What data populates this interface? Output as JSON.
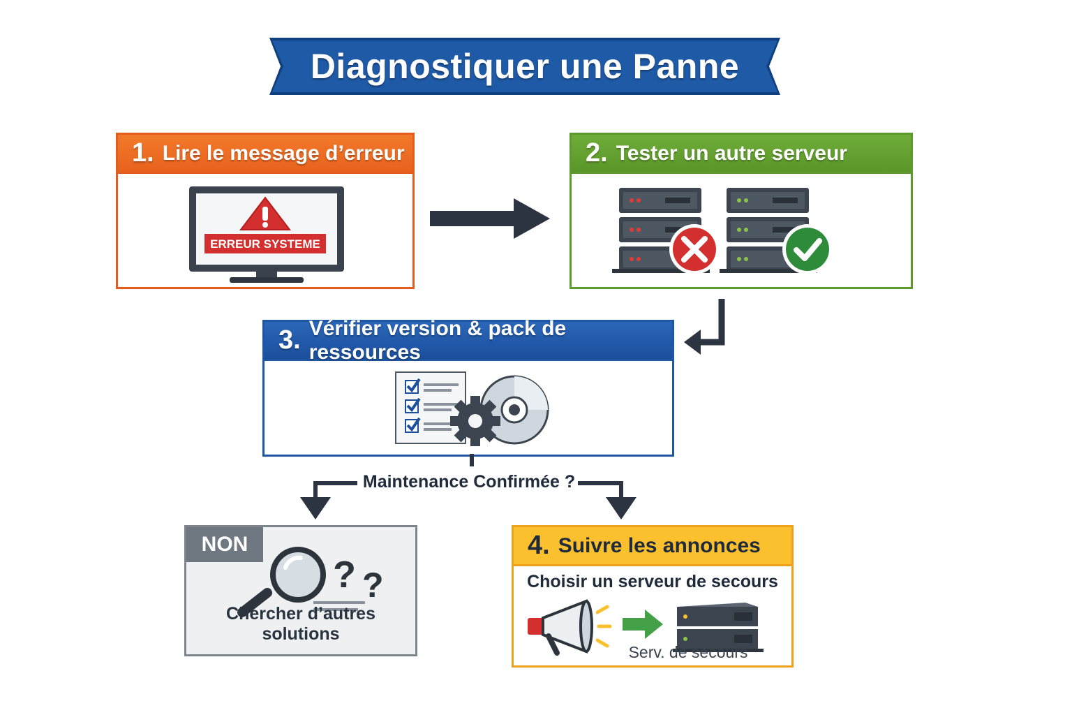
{
  "title": "Diagnostiquer une Panne",
  "colors": {
    "banner": "#1f5aa6",
    "step1": "#e8621d",
    "step2": "#5a9628",
    "step3": "#1b4f9c",
    "step4": "#fbc02d",
    "non": "#6f7780",
    "arrow": "#2b3440",
    "error": "#d32f2f",
    "success": "#2e8b3a"
  },
  "steps": [
    {
      "num": "1.",
      "label": "Lire le message d’erreur",
      "icon": "error-monitor-icon",
      "screen_text": "ERREUR SYSTEME"
    },
    {
      "num": "2.",
      "label": "Tester un autre serveur",
      "icon": "server-racks-icon"
    },
    {
      "num": "3.",
      "label": "Vérifier version & pack de ressources",
      "icon": "checklist-gear-disc-icon"
    },
    {
      "num": "4.",
      "label": "Suivre les annonces",
      "sub": "Choisir un serveur de secours",
      "backup_label": "Serv. de secours",
      "icon": "megaphone-backup-server-icon"
    }
  ],
  "decision": "Maintenance Confirmée ?",
  "no_branch": {
    "tag": "NON",
    "label": "Chercher d’autres solutions",
    "icon": "magnifier-question-icon"
  }
}
